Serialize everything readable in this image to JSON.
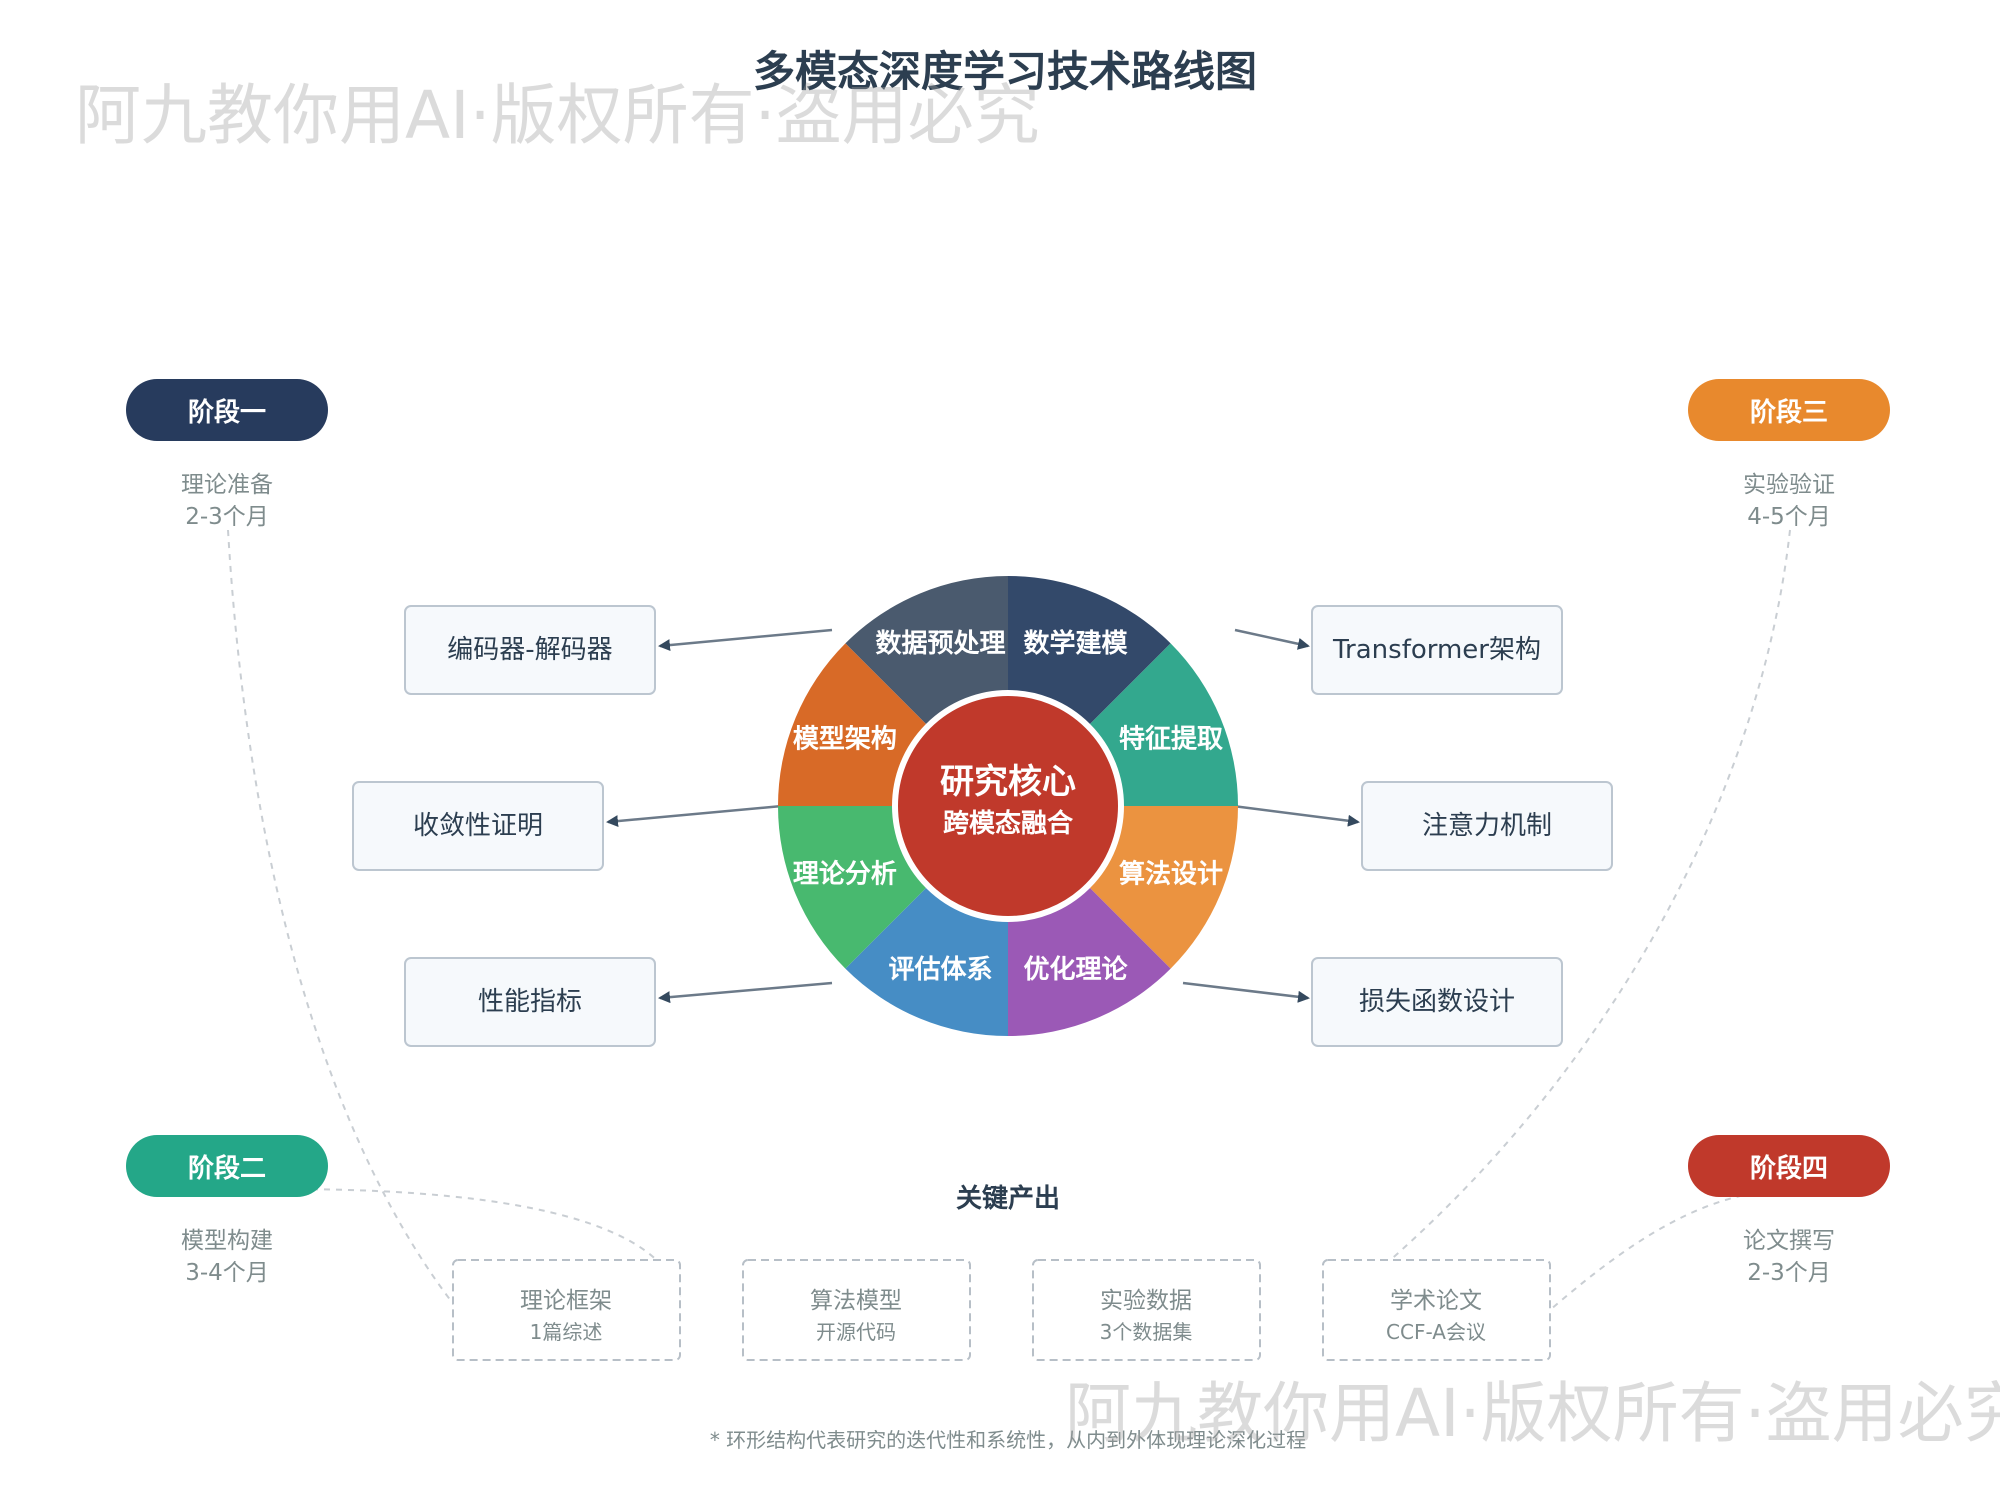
{
  "title": "多模态深度学习技术路线图",
  "watermark": "阿九教你用AI·版权所有·盗用必究",
  "core": {
    "title": "研究核心",
    "subtitle": "跨模态融合",
    "color": "#c0392b"
  },
  "segments": [
    {
      "label": "数据预处理",
      "color": "#4a5a6e"
    },
    {
      "label": "数学建模",
      "color": "#33496a"
    },
    {
      "label": "特征提取",
      "color": "#33a88e"
    },
    {
      "label": "算法设计",
      "color": "#eb9340"
    },
    {
      "label": "优化理论",
      "color": "#9b59b6"
    },
    {
      "label": "评估体系",
      "color": "#468dc5"
    },
    {
      "label": "理论分析",
      "color": "#48b96f"
    },
    {
      "label": "模型架构",
      "color": "#d86a27"
    }
  ],
  "boxes": [
    {
      "label": "编码器-解码器"
    },
    {
      "label": "收敛性证明"
    },
    {
      "label": "性能指标"
    },
    {
      "label": "Transformer架构"
    },
    {
      "label": "注意力机制"
    },
    {
      "label": "损失函数设计"
    }
  ],
  "stages": [
    {
      "pill": "阶段一",
      "desc": "理论准备",
      "duration": "2-3个月",
      "color": "#273b5d"
    },
    {
      "pill": "阶段二",
      "desc": "模型构建",
      "duration": "3-4个月",
      "color": "#24a788"
    },
    {
      "pill": "阶段三",
      "desc": "实验验证",
      "duration": "4-5个月",
      "color": "#e8892d"
    },
    {
      "pill": "阶段四",
      "desc": "论文撰写",
      "duration": "2-3个月",
      "color": "#c0392b"
    }
  ],
  "outputs": {
    "heading": "关键产出",
    "items": [
      {
        "title": "理论框架",
        "sub": "1篇综述"
      },
      {
        "title": "算法模型",
        "sub": "开源代码"
      },
      {
        "title": "实验数据",
        "sub": "3个数据集"
      },
      {
        "title": "学术论文",
        "sub": "CCF-A会议"
      }
    ]
  },
  "footnote": "* 环形结构代表研究的迭代性和系统性，从内到外体现理论深化过程"
}
